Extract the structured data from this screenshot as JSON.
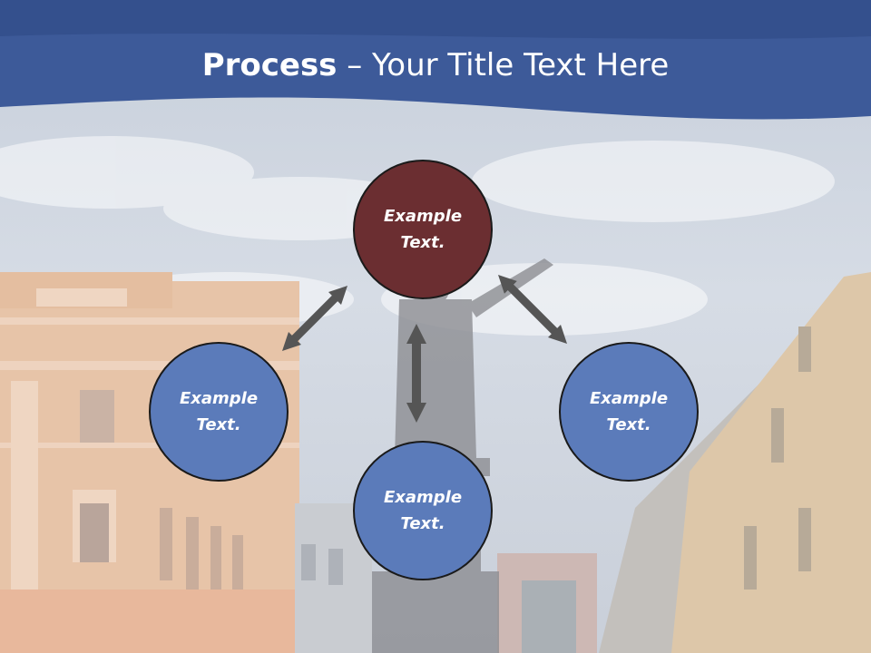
{
  "slide": {
    "title_bold": "Process",
    "title_rest": " – Your Title Text Here"
  },
  "colors": {
    "banner": "#3d5a99",
    "circle_center": "#6b2e31",
    "circle_outer": "#5b7bba",
    "arrow": "#555555"
  },
  "circles": [
    {
      "label": "Example Text."
    },
    {
      "label": "Example Text."
    },
    {
      "label": "Example Text."
    },
    {
      "label": "Example Text."
    }
  ]
}
